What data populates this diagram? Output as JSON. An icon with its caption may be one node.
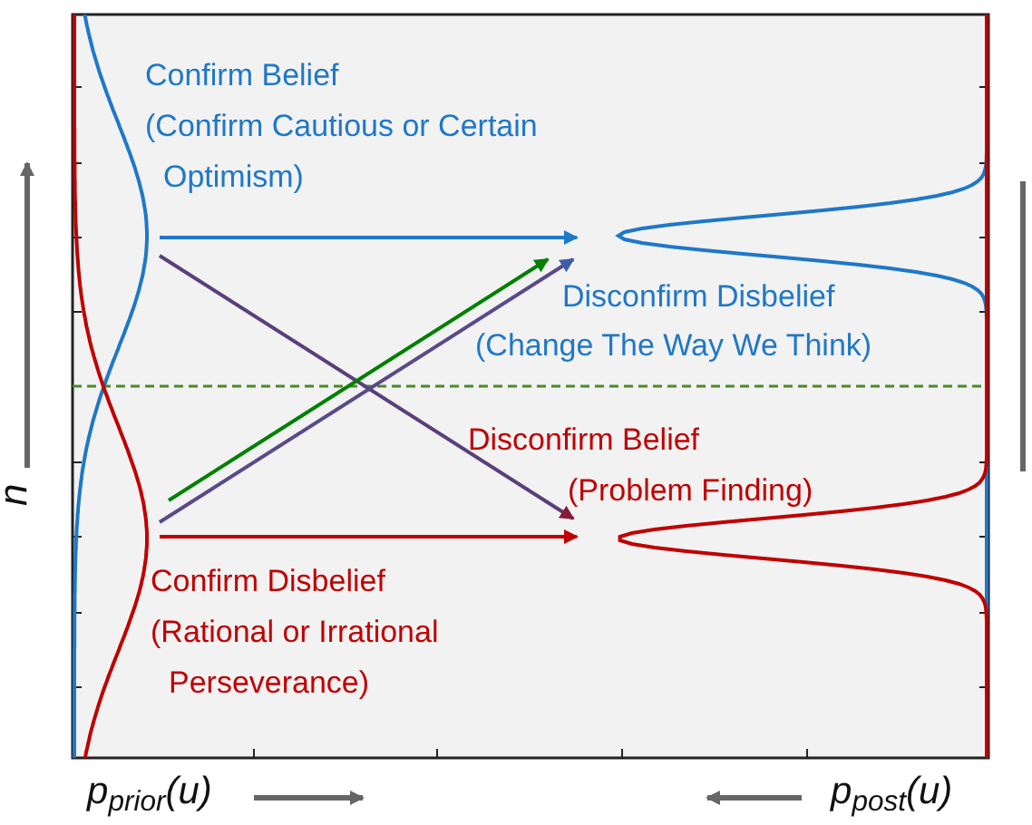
{
  "diagram": {
    "labels": [
      "Confirm Belief",
      "(Confirm Cautious or Certain Optimism)",
      "Disconfirm Disbelief",
      "(Change The Way We Think)",
      "Disconfirm Belief",
      "(Problem Finding)",
      "Confirm Disbelief",
      "(Rational or Irrational Perseverance)",
      "u",
      "p$_{prior}$(u)",
      "p$_{post}$(u)"
    ]
  }
}
